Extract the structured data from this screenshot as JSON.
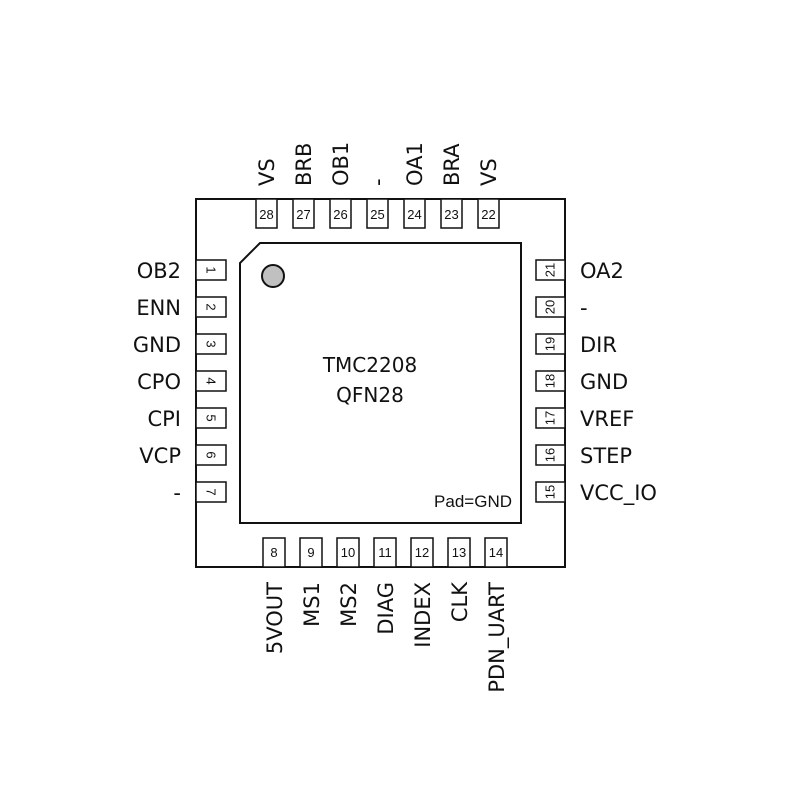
{
  "chip": {
    "name": "TMC2208",
    "package": "QFN28",
    "pad_label": "Pad=GND",
    "pin1_marker_color": "#c0c0c0"
  },
  "pins": {
    "left": [
      {
        "num": "1",
        "name": "OB2"
      },
      {
        "num": "2",
        "name": "ENN"
      },
      {
        "num": "3",
        "name": "GND"
      },
      {
        "num": "4",
        "name": "CPO"
      },
      {
        "num": "5",
        "name": "CPI"
      },
      {
        "num": "6",
        "name": "VCP"
      },
      {
        "num": "7",
        "name": "-"
      }
    ],
    "bottom": [
      {
        "num": "8",
        "name": "5VOUT"
      },
      {
        "num": "9",
        "name": "MS1"
      },
      {
        "num": "10",
        "name": "MS2"
      },
      {
        "num": "11",
        "name": "DIAG"
      },
      {
        "num": "12",
        "name": "INDEX"
      },
      {
        "num": "13",
        "name": "CLK"
      },
      {
        "num": "14",
        "name": "PDN_UART"
      }
    ],
    "right": [
      {
        "num": "15",
        "name": "VCC_IO"
      },
      {
        "num": "16",
        "name": "STEP"
      },
      {
        "num": "17",
        "name": "VREF"
      },
      {
        "num": "18",
        "name": "GND"
      },
      {
        "num": "19",
        "name": "DIR"
      },
      {
        "num": "20",
        "name": "-"
      },
      {
        "num": "21",
        "name": "OA2"
      }
    ],
    "top": [
      {
        "num": "22",
        "name": "VS"
      },
      {
        "num": "23",
        "name": "BRA"
      },
      {
        "num": "24",
        "name": "OA1"
      },
      {
        "num": "25",
        "name": "-"
      },
      {
        "num": "26",
        "name": "OB1"
      },
      {
        "num": "27",
        "name": "BRB"
      },
      {
        "num": "28",
        "name": "VS"
      }
    ]
  }
}
